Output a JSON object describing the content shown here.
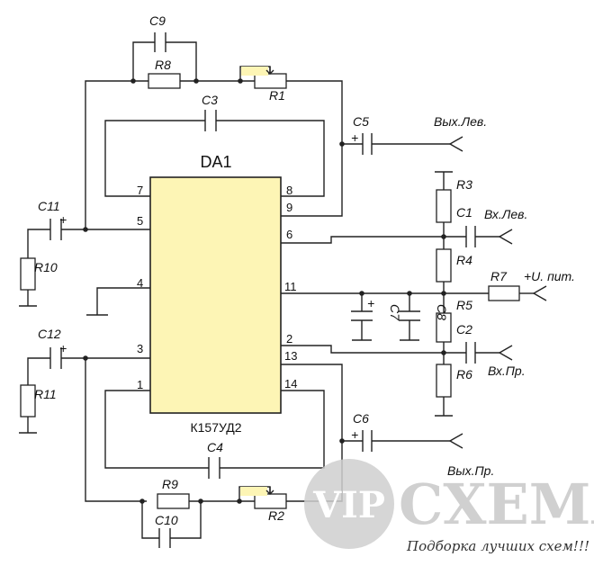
{
  "chip": {
    "name": "DA1",
    "type": "К157УД2"
  },
  "pins": {
    "p1": "1",
    "p2": "2",
    "p3": "3",
    "p4": "4",
    "p5": "5",
    "p6": "6",
    "p7": "7",
    "p8": "8",
    "p9": "9",
    "p11": "11",
    "p13": "13",
    "p14": "14"
  },
  "components": {
    "R1": "R1",
    "R2": "R2",
    "R3": "R3",
    "R4": "R4",
    "R5": "R5",
    "R6": "R6",
    "R7": "R7",
    "R8": "R8",
    "R9": "R9",
    "R10": "R10",
    "R11": "R11",
    "C1": "C1",
    "C2": "C2",
    "C3": "C3",
    "C4": "C4",
    "C5": "C5",
    "C6": "C6",
    "C7": "C7",
    "C8": "C8",
    "C9": "C9",
    "C10": "C10",
    "C11": "C11",
    "C12": "C12"
  },
  "terminals": {
    "out_left": "Вых.Лев.",
    "in_left": "Вх.Лев.",
    "power": "+U. пит.",
    "in_right": "Вх.Пр.",
    "out_right": "Вых.Пр."
  },
  "polarity": "+",
  "watermark": {
    "vip": "VIP",
    "brand": "СХЕМА",
    "tagline": "Подборка лучших схем!!!"
  }
}
